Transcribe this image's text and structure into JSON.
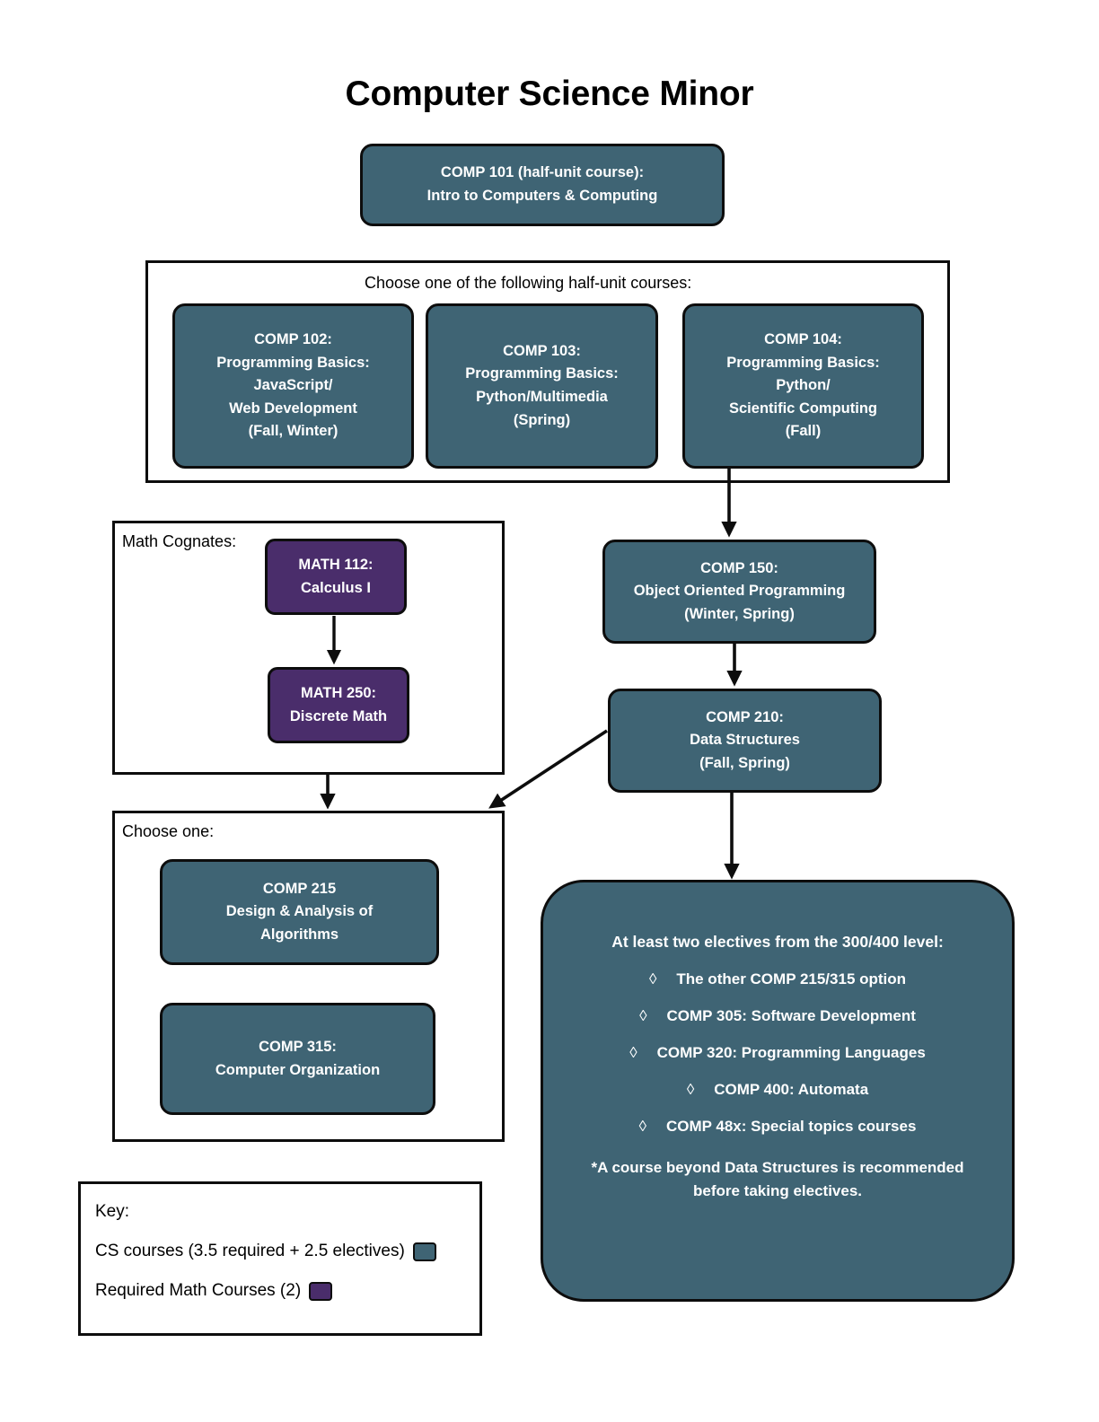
{
  "title": "Computer Science Minor",
  "colors": {
    "cs_course": "#3f6474",
    "math_course": "#4a2d6b",
    "outline": "#0d0d0d",
    "background": "#ffffff",
    "node_text": "#ffffff"
  },
  "intro_course": {
    "line1": "COMP 101 (half-unit course):",
    "line2": "Intro to Computers & Computing"
  },
  "choose_half_unit": {
    "caption": "Choose one of the following half-unit courses:",
    "options": [
      {
        "lines": [
          "COMP 102:",
          "Programming Basics:",
          "JavaScript/",
          "Web Development",
          "(Fall, Winter)"
        ]
      },
      {
        "lines": [
          "COMP 103:",
          "Programming Basics:",
          "Python/Multimedia",
          "(Spring)"
        ]
      },
      {
        "lines": [
          "COMP 104:",
          "Programming Basics:",
          "Python/",
          "Scientific Computing",
          "(Fall)"
        ]
      }
    ]
  },
  "math_cognates": {
    "caption": "Math Cognates:",
    "courses": [
      {
        "line1": "MATH 112:",
        "line2": "Calculus I"
      },
      {
        "line1": "MATH 250:",
        "line2": "Discrete Math"
      }
    ]
  },
  "core_sequence": [
    {
      "lines": [
        "COMP 150:",
        "Object Oriented Programming",
        "(Winter, Spring)"
      ]
    },
    {
      "lines": [
        "COMP 210:",
        "Data Structures",
        "(Fall, Spring)"
      ]
    }
  ],
  "choose_one": {
    "caption": "Choose one:",
    "courses": [
      {
        "lines": [
          "COMP 215",
          "Design & Analysis of",
          "Algorithms"
        ]
      },
      {
        "lines": [
          "COMP 315:",
          "Computer Organization"
        ]
      }
    ]
  },
  "electives": {
    "heading": "At least two electives from the 300/400 level:",
    "bullet_glyph": "◊",
    "options": [
      "The other COMP 215/315 option",
      "COMP 305: Software Development",
      "COMP 320: Programming Languages",
      "COMP 400: Automata",
      "COMP 48x: Special topics courses"
    ],
    "footnote_line1": "*A course beyond Data Structures is recommended",
    "footnote_line2": "before taking electives."
  },
  "key": {
    "title": "Key:",
    "entries": [
      {
        "label": "CS courses (3.5 required + 2.5 electives)",
        "swatch": "cs"
      },
      {
        "label": "Required Math Courses (2)",
        "swatch": "math"
      }
    ]
  }
}
